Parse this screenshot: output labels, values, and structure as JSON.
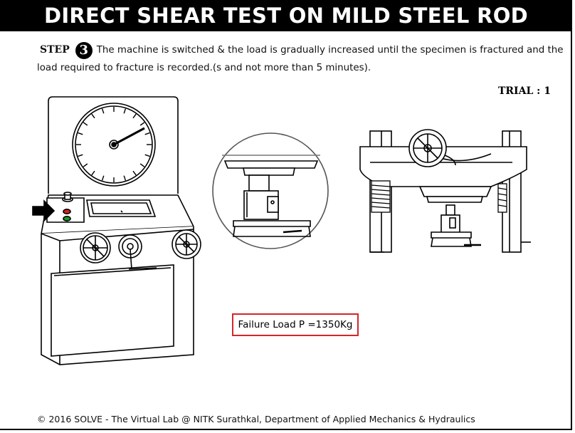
{
  "title": "DIRECT SHEAR TEST ON MILD STEEL ROD",
  "step": {
    "label": "STEP",
    "number": "3",
    "text": "The machine is switched & the load is gradually increased until the specimen is fractured and the load required to fracture is recorded.(s and not more than 5 minutes)."
  },
  "trial": "TRIAL : 1",
  "result": "Failure Load P =1350Kg",
  "footer": "© 2016 SOLVE - The Virtual Lab @ NITK Surathkal, Department of Applied Mechanics & Hydraulics",
  "indicator_colors": {
    "stop": "#d42020",
    "start": "#1a9a2a"
  },
  "icons": [
    "pointer-arrow-icon",
    "dial-gauge-icon",
    "handwheel-icon"
  ]
}
